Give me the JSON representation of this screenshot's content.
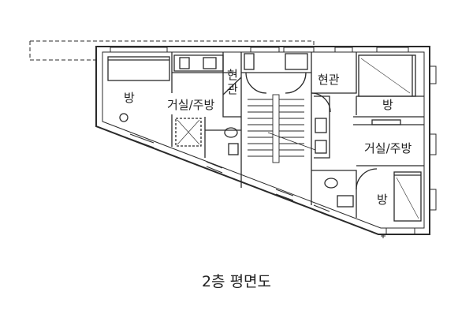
{
  "caption": "2층 평면도",
  "rooms": {
    "left_bedroom": "방",
    "left_living_kitchen": "거실/주방",
    "left_entrance": "현관",
    "right_entrance": "현관",
    "right_bedroom_top": "방",
    "right_living_kitchen": "거실/주방",
    "right_bedroom_bottom": "방"
  },
  "colors": {
    "line": "#2a2a2a",
    "thin": "#555555",
    "bg": "#ffffff"
  }
}
